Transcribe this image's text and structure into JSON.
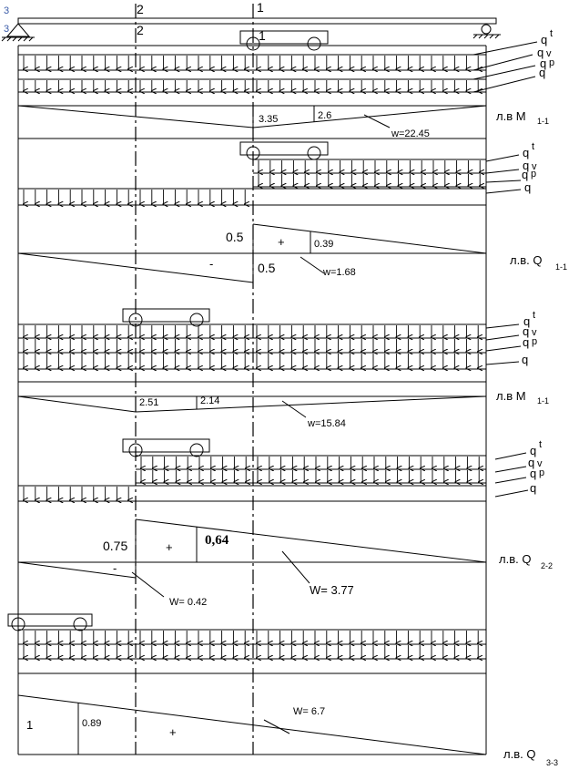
{
  "section_labels": {
    "s3": "3",
    "s2": "2",
    "s1": "1"
  },
  "load_labels": {
    "qt": "q",
    "qt_sub": "t",
    "qv": "q",
    "qv_sub": "v",
    "qp": "q",
    "qp_sub": "p",
    "q": "q"
  },
  "panels": {
    "m11_a": {
      "title": "л.в M",
      "title_sub": "1-1",
      "ordinate_main": "3.35",
      "ordinate_second": "2.6",
      "area": "w=22.45"
    },
    "q11": {
      "title": "л.в. Q",
      "title_sub": "1-1",
      "pos_ordinate": "0.5",
      "pos_ordinate2": "0.39",
      "plus": "+",
      "minus": "-",
      "neg_ordinate": "0.5",
      "area": "w=1.68"
    },
    "m11_b": {
      "title": "л.в M",
      "title_sub": "1-1",
      "ordinate_main": "2.51",
      "ordinate_second": "2.14",
      "area": "w=15.84"
    },
    "q22": {
      "title": "л.в. Q",
      "title_sub": "2-2",
      "pos_ordinate": "0.75",
      "pos_ordinate2": "0,64",
      "plus": "+",
      "minus": "-",
      "neg_area": "W= 0.42",
      "pos_area": "W= 3.77"
    },
    "q33": {
      "title": "л.в. Q",
      "title_sub": "3-3",
      "ordinate_main": "1",
      "ordinate_second": "0.89",
      "plus": "+",
      "area": "W= 6.7"
    }
  }
}
